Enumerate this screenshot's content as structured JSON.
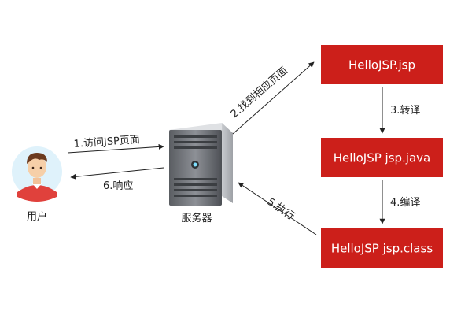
{
  "colors": {
    "box": "#cc1f1a",
    "box_text": "#ffffff",
    "arrow": "#222222"
  },
  "user": {
    "icon": "user-avatar-icon",
    "label": "用户"
  },
  "server": {
    "icon": "server-tower-icon",
    "label": "服务器"
  },
  "files": {
    "jsp": "HelloJSP.jsp",
    "java": "HelloJSP jsp.java",
    "class": "HelloJSP jsp.class"
  },
  "steps": {
    "s1": "1.访问JSP页面",
    "s2": "2.找到相应页面",
    "s3": "3.转译",
    "s4": "4.编译",
    "s5": "5.执行",
    "s6": "6.响应"
  }
}
